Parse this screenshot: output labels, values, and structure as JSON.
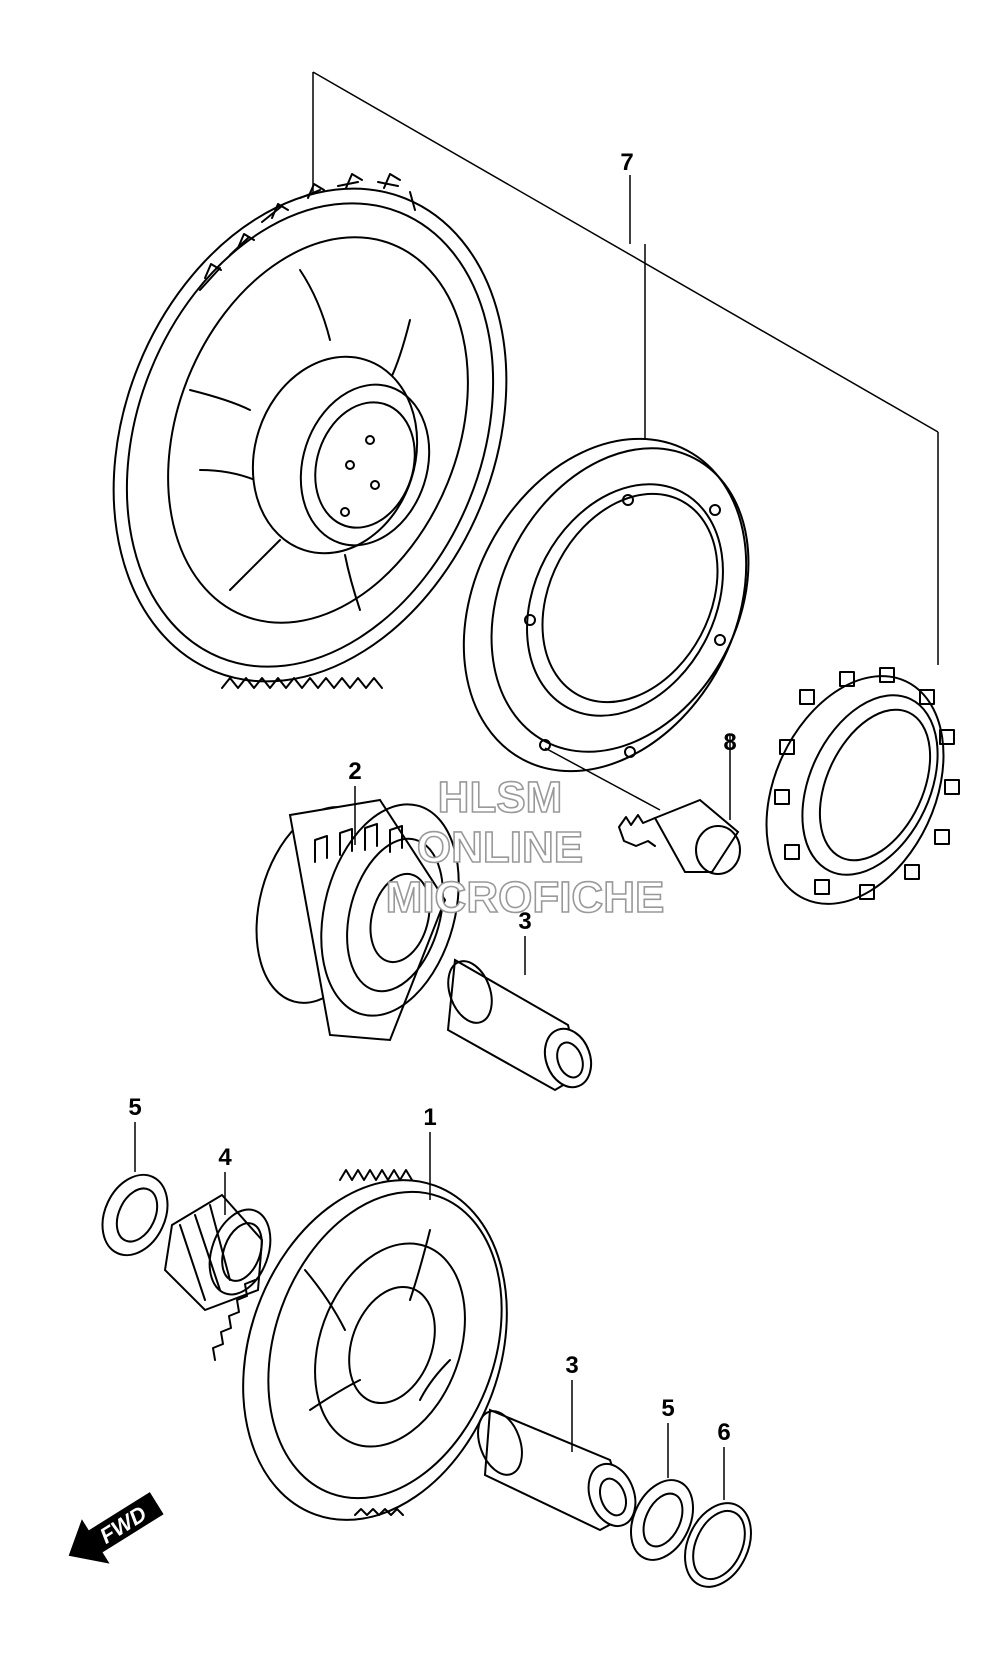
{
  "labels": {
    "p1": "1",
    "p2": "2",
    "p3a": "3",
    "p3b": "3",
    "p4": "4",
    "p5a": "5",
    "p5b": "5",
    "p6": "6",
    "p7": "7",
    "p8": "8"
  },
  "watermark": {
    "line1": "HLSM",
    "line2": "ONLINE",
    "line3": "MICROFICHE"
  },
  "direction_arrow": {
    "label": "FWD"
  }
}
